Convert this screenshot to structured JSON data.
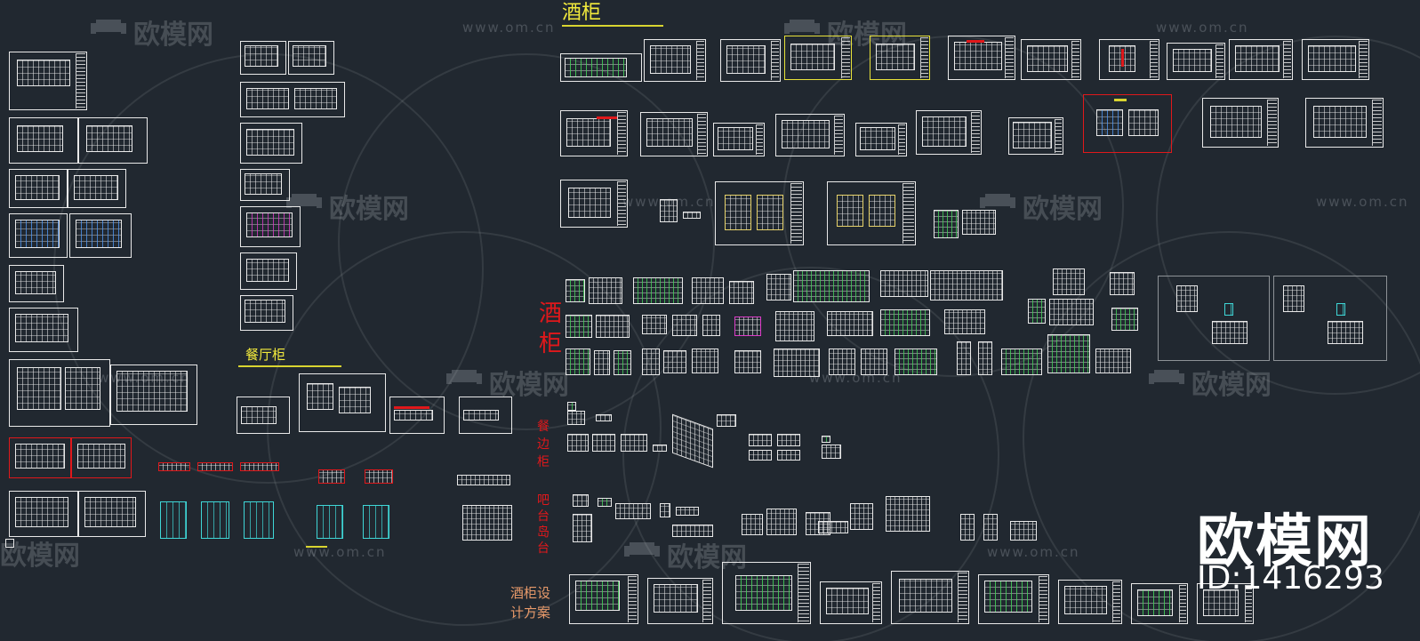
{
  "window": {
    "title": ""
  },
  "colors": {
    "background": "#212830",
    "line_white": "#e9e9e9",
    "accent_yellow": "#f2ea3c",
    "accent_red": "#e0181b",
    "accent_orange": "#e89a6a",
    "accent_green": "#46d25a",
    "accent_cyan": "#3fd7d7"
  },
  "labels": {
    "wine_cabinet_title": "酒柜",
    "wine_cabinet_vertical": "酒\n柜",
    "dining_cabinet": "餐厅柜",
    "sideboard": "餐\n边\n柜",
    "bar_island": "吧\n台\n岛\n台",
    "design_scheme": "酒柜设\n计方案"
  },
  "watermark": {
    "brand_text": "欧模网",
    "url_text": "www.om.cn",
    "icon": "sofa-icon"
  },
  "branding": {
    "name": "欧模网",
    "id_label": "ID:1416293"
  }
}
